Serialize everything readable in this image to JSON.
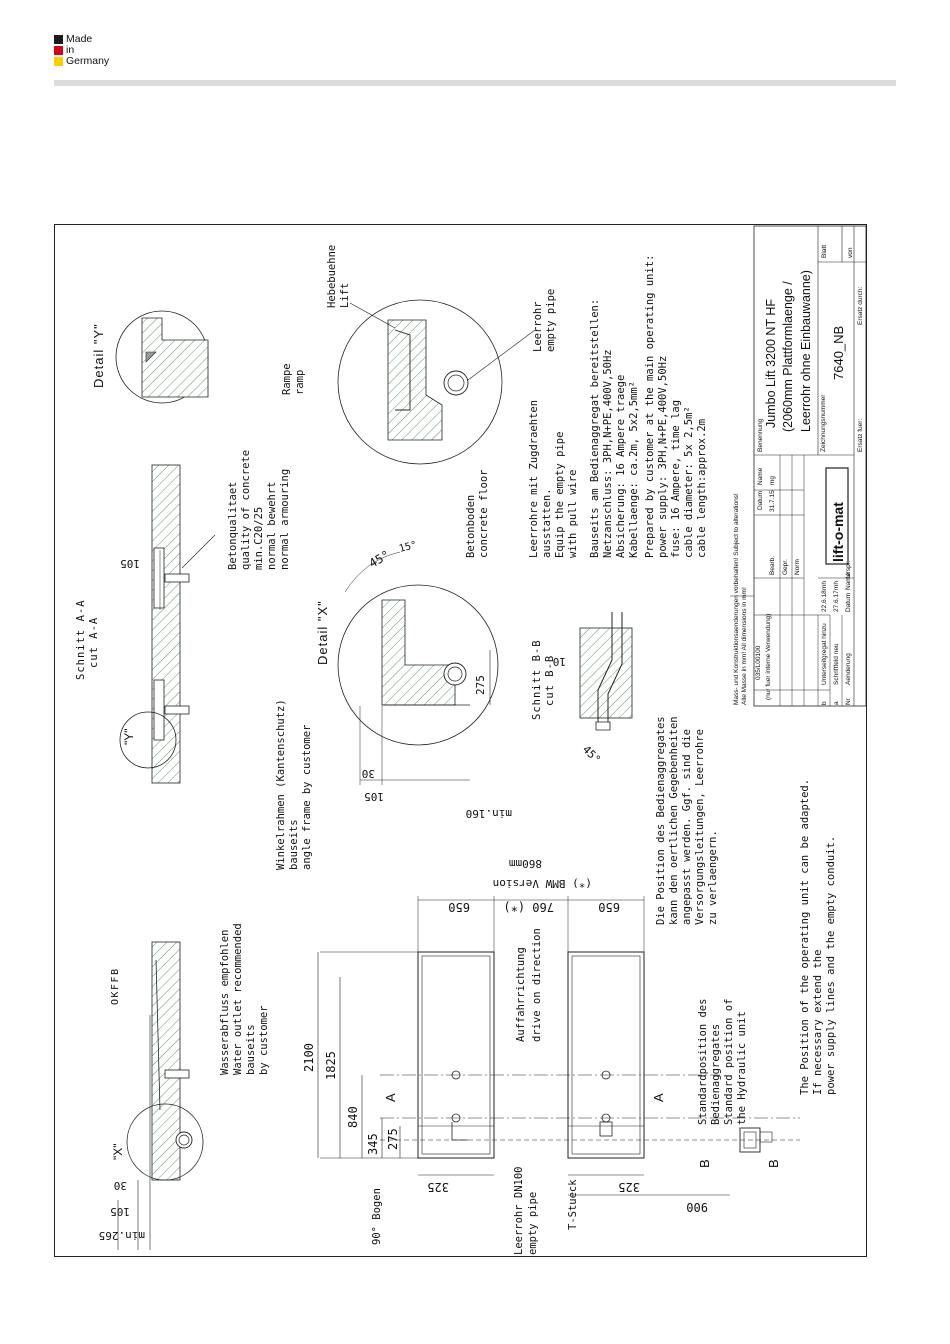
{
  "logo": {
    "line1": "Made",
    "line2": "in",
    "line3": "Germany",
    "flag_colors": [
      "#1a1a1a",
      "#d6001c",
      "#ffcc00"
    ]
  },
  "drawing": {
    "left_section": {
      "detail_x_label": "\"X\"",
      "okffb": "OKFFB",
      "dim_30": "30",
      "dim_105": "105",
      "dim_min265": "min.265",
      "drain": [
        "Wasserabfluss empfohlen",
        "Water outlet recommended",
        "bauseits",
        "by customer"
      ]
    },
    "plan": {
      "dim_2100": "2100",
      "dim_1825": "1825",
      "dim_840": "840",
      "dim_345": "345",
      "dim_275": "275",
      "dim_325a": "325",
      "dim_325b": "325",
      "dim_900": "900",
      "dim_650a": "650",
      "dim_760": "760 (*)",
      "dim_650b": "650",
      "bmw1": "(*) BMW Version",
      "bmw2": "860mm",
      "cut_a1": "A",
      "cut_a2": "A",
      "cut_b1": "B",
      "cut_b2": "B",
      "bogen": "90° Bogen",
      "leerrohr": [
        "Leerrohr DN100",
        "empty pipe"
      ],
      "tstueck": "T-Stueck",
      "auffahrt": [
        "Auffahrrichtung",
        "drive on direction"
      ],
      "standard": [
        "Standardposition des",
        "Bedienaggregates",
        "Standard position of",
        "the Hydraulic unit"
      ],
      "position_de": [
        "Die Position des Bedienaggregates",
        "kann den oertlichen Gegebenheiten",
        "angepasst werden. Ggf. sind die",
        "Versorgungsleitungen, Leerrohre",
        "zu verlaengern."
      ],
      "position_en": [
        "The Position of the operating unit can be adapted.",
        "If necessary extend the",
        "power supply lines and the empty conduit."
      ]
    },
    "section_aa": {
      "title": [
        "Schnitt A-A",
        "cut A-A"
      ],
      "y_label": "\"Y\"",
      "dim_105": "105",
      "concrete": [
        "Betonqualitaet",
        "quality of concrete",
        "min.C20/25",
        "normal bewehrt",
        "normal armouring"
      ],
      "angle_frame": [
        "Winkelrahmen (Kantenschutz)",
        "bauseits",
        "angle frame by customer"
      ]
    },
    "detail_x": {
      "title": "Detail \"X\"",
      "dim_30": "30",
      "dim_105": "105",
      "dim_min160": "min.160",
      "dim_275": "275",
      "angle_45": "45°",
      "angle_15": "15°"
    },
    "section_bb": {
      "title": [
        "Schnitt B-B",
        "cut B-B"
      ],
      "dim_10": "10",
      "angle_45": "45°"
    },
    "detail_y": {
      "title": "Detail \"Y\"",
      "rampe": [
        "Rampe",
        "ramp"
      ],
      "hebebuehne": [
        "Hebebuehne",
        "Lift"
      ],
      "betonboden": [
        "Betonboden",
        "concrete floor"
      ],
      "leerrohr": [
        "Leerrohr",
        "empty pipe"
      ]
    },
    "notes": [
      "Leerrohre mit Zugdraehten",
      "ausstatten.",
      "Equip the empty pipe",
      "with pull wire",
      "",
      "Bauseits am Bedienaggregat bereitstellen:",
      "Netzanschluss: 3PH,N+PE,400V,50Hz",
      "Absicherung: 16 Ampere traege",
      "Kabellaenge: ca.2m, 5x2,5mm²",
      "Prepared by customer at the main operating unit:",
      "power supply: 3PH,N+PE,400V,50Hz",
      "fuse: 16 Ampere, time lag",
      "cable diameter: 5x 2,5m²",
      "cable length:approx.2m"
    ],
    "title_block": {
      "benennung": "Benennung",
      "title": [
        "Jumbo Lift 3200 NT HF",
        "(2060mm Plattformlaenge /",
        "Leerrohr ohne Einbauwanne)"
      ],
      "zeichnungsnummer": "Zeichnungsnummer",
      "number": "7640_NB",
      "blatt": "Blatt",
      "von": "von",
      "ersatz_fuer": "Ersatz fuer:",
      "ersatz_durch": "Ersatz durch:",
      "mass": [
        "Mass- und Konstruktionsaenderungen vorbehalten! Subject to alterations!",
        "Alle Masse in mm! All dimensions in mm!"
      ],
      "ref1": "035/L00100",
      "ref2": "(nur fuer interne Verwendung)",
      "datum": "Datum",
      "name": "Name",
      "bearb": "Bearb.",
      "bearb_date": "31.7.15",
      "bearb_name": "mg",
      "gepr": "Gepr.",
      "norm": "Norm",
      "brand": "lift-o-mat",
      "rev_b": "b",
      "rev_b_text": "Unterseitgregat hinzu",
      "rev_b_date": "22.6.18",
      "rev_b_name": "mh",
      "rev_a": "a",
      "rev_a_text": "Schriftfeld neu",
      "rev_a_date": "27.6.17",
      "rev_a_name": "mh",
      "nr": "Nr",
      "aenderung": "Aenderung",
      "datum2": "Datum",
      "name2": "Name",
      "urspr": "Urspr."
    }
  }
}
